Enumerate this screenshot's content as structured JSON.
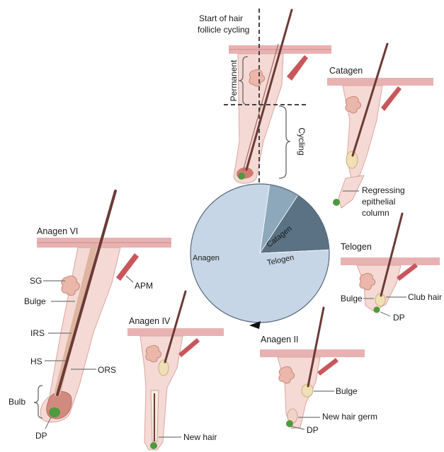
{
  "labels": {
    "start": [
      "Start of hair",
      "follicle cycling"
    ],
    "permanent": "Permanent",
    "cycling": "Cycling",
    "catagen_title": "Catagen",
    "regressing": [
      "Regressing",
      "epithelial",
      "column"
    ],
    "telogen_title": "Telogen",
    "bulge": "Bulge",
    "club_hair": "Club hair",
    "dp": "DP",
    "anagen2_title": "Anagen II",
    "new_hair_germ": "New hair germ",
    "anagen4_title": "Anagen IV",
    "new_hair": "New hair",
    "anagen6_title": "Anagen VI",
    "sg": "SG",
    "apm": "APM",
    "irs": "IRS",
    "hs": "HS",
    "ors": "ORS",
    "bulb": "Bulb"
  },
  "pie": {
    "slices": [
      {
        "label": "Anagen",
        "value": 78,
        "color": "#c6d6e6"
      },
      {
        "label": "Catagen",
        "value": 7,
        "color": "#8da7bb"
      },
      {
        "label": "Telogen",
        "value": 15,
        "color": "#5a7283"
      }
    ]
  },
  "colors": {
    "skin": "#e9b2b2",
    "dermis": "#f5d9d4",
    "hair": "#6b3a36",
    "dermal_papilla": "#4e9a3e",
    "arrector_pili": "#c8575c",
    "pie_outline": "#556677"
  }
}
